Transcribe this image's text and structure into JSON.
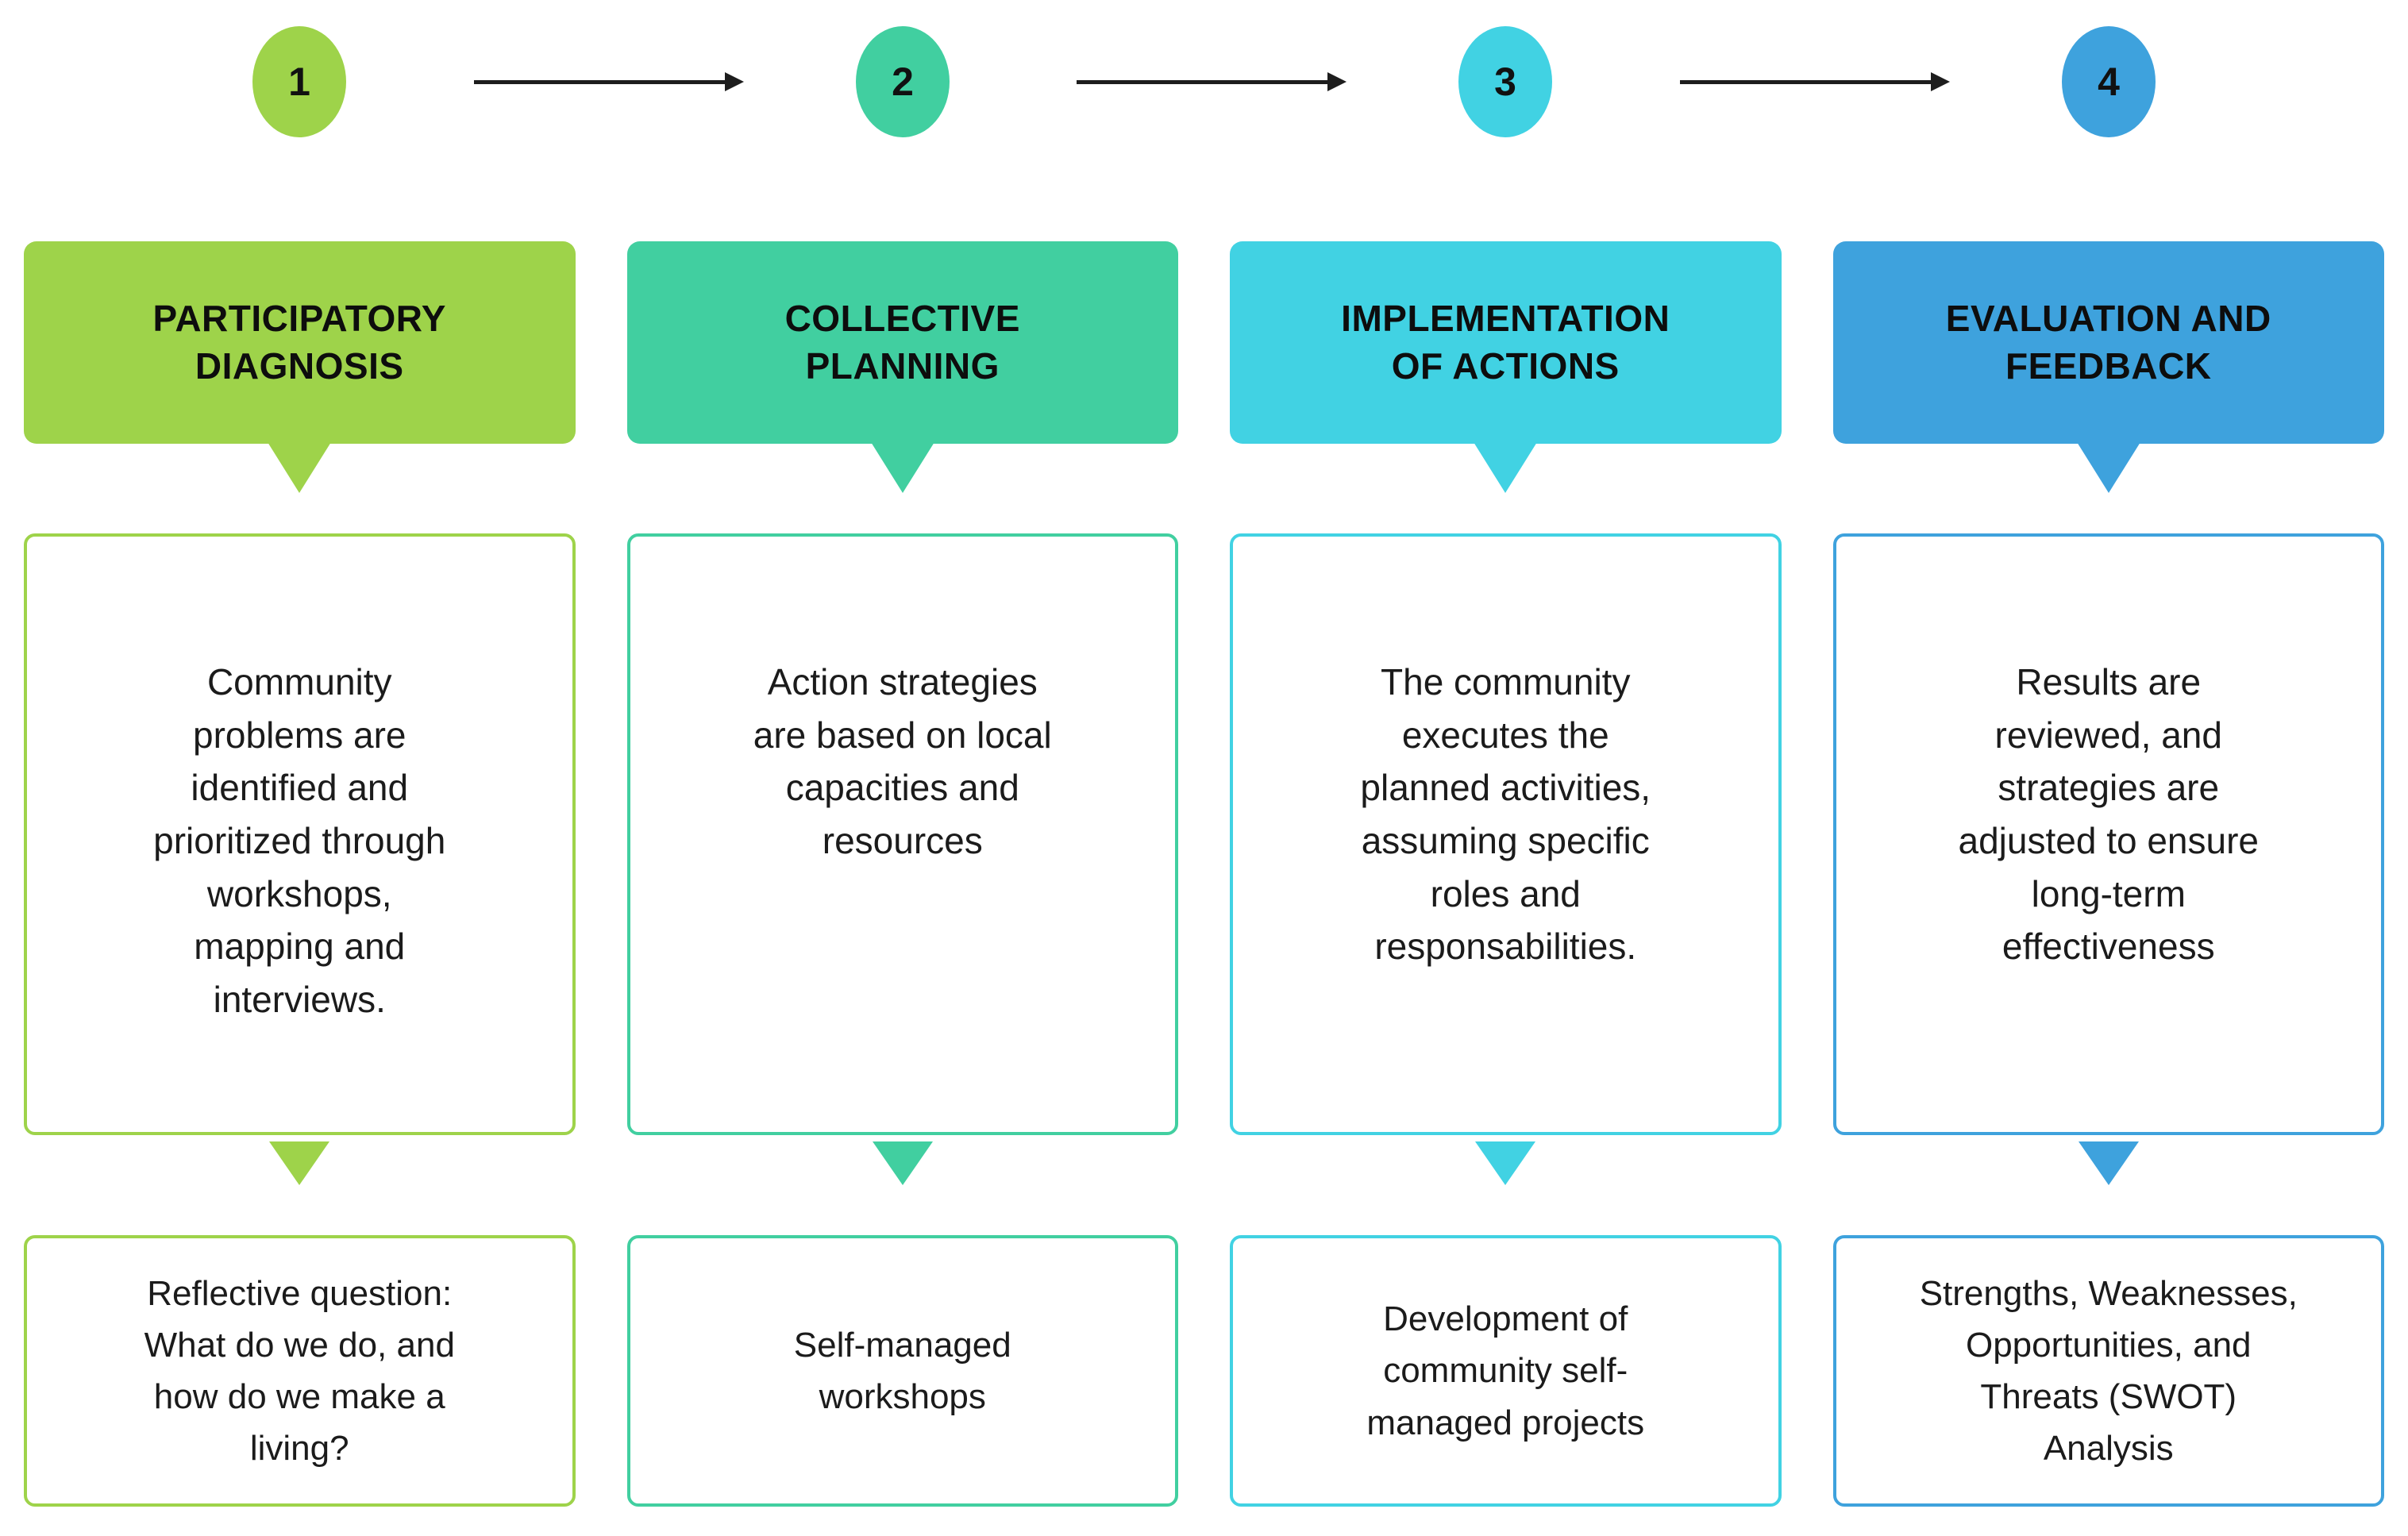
{
  "diagram": {
    "background": "#ffffff",
    "text_color": "#1b1b1b",
    "arrow_color": "#1d1d1d"
  },
  "steps": [
    {
      "number": "1",
      "accent": "#9ED34A",
      "title": "PARTICIPATORY\nDIAGNOSIS",
      "description": "Community\nproblems are\nidentified and\nprioritized through\nworkshops,\nmapping and\ninterviews.",
      "output": "Reflective question:\nWhat do we do, and\nhow do we make a\nliving?"
    },
    {
      "number": "2",
      "accent": "#41CFA0",
      "title": "COLLECTIVE\nPLANNING",
      "description": "Action strategies\nare based on local\ncapacities and\nresources",
      "output": "Self-managed\nworkshops"
    },
    {
      "number": "3",
      "accent": "#41D2E3",
      "title": "IMPLEMENTATION\nOF ACTIONS",
      "description": "The community\nexecutes the\nplanned activities,\nassuming specific\nroles and\nresponsabilities.",
      "output": "Development of\ncommunity self-\nmanaged projects"
    },
    {
      "number": "4",
      "accent": "#3EA2DD",
      "title": "EVALUATION AND\nFEEDBACK",
      "description": "Results are\nreviewed, and\nstrategies are\nadjusted to ensure\nlong-term\neffectiveness",
      "output": "Strengths, Weaknesses,\nOpportunities, and\nThreats (SWOT)\nAnalysis"
    }
  ]
}
